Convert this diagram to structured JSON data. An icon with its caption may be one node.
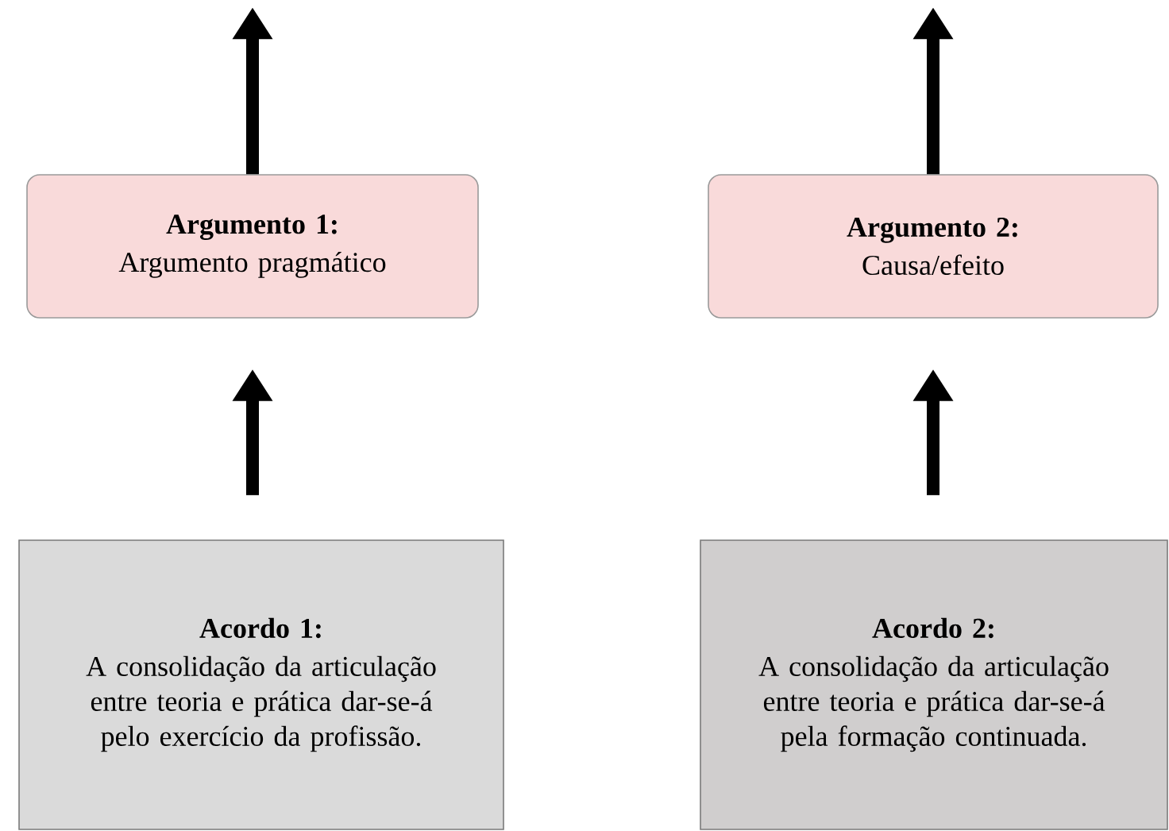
{
  "diagram": {
    "nodes": [
      {
        "text": [
          "Argumento 1:",
          "Argumento pragmático"
        ]
      },
      {
        "text": [
          "Argumento 2:",
          "Causa/efeito"
        ]
      },
      {
        "text": [
          "Acordo 1:",
          "A consolidação da articulação entre teoria e prática dar-se-á pelo exercício da profissão."
        ]
      },
      {
        "text": [
          "Acordo 2:",
          "A consolidação da articulação entre teoria e prática dar-se-á pela formação continuada."
        ]
      }
    ],
    "edges": [
      {
        "from": 0,
        "to": null,
        "arrow": "to"
      },
      {
        "from": 1,
        "to": null,
        "arrow": "to"
      },
      {
        "from": 2,
        "to": 0,
        "arrow": "to"
      },
      {
        "from": 3,
        "to": 1,
        "arrow": "to"
      }
    ]
  }
}
